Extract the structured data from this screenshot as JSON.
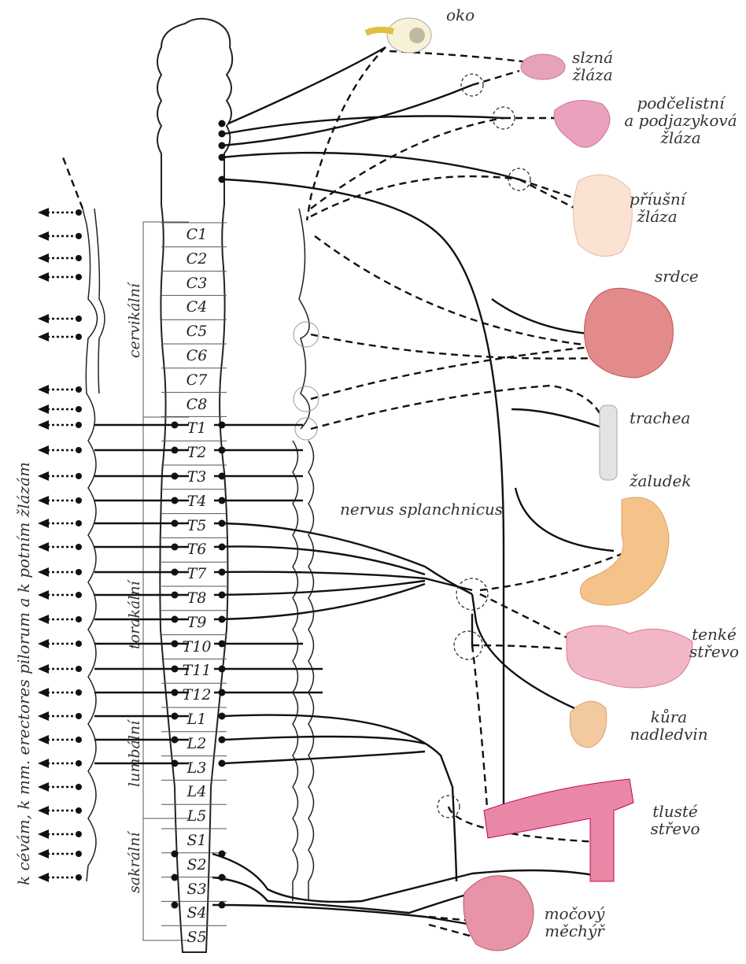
{
  "organs": {
    "eye": "oko",
    "lacrimal": [
      "slzná",
      "žláza"
    ],
    "submandibular": [
      "podčelistní",
      "a podjazyková",
      "žláza"
    ],
    "parotid": [
      "příušní",
      "žláza"
    ],
    "heart": "srdce",
    "trachea": "trachea",
    "stomach": "žaludek",
    "small_intestine": [
      "tenké",
      "střevo"
    ],
    "adrenal": [
      "kůra",
      "nadledvin"
    ],
    "large_intestine": [
      "tlusté",
      "střevo"
    ],
    "bladder": [
      "močový",
      "měchýř"
    ]
  },
  "nerve_label": "nervus splanchnicus",
  "regions": {
    "cervical": "cervikální",
    "thoracic": "torakální",
    "lumbar": "lumbální",
    "sacral": "sakrální"
  },
  "side_label": "k cévám, k mm. erectores pilorum a k potním žlázám",
  "segments": [
    "C1",
    "C2",
    "C3",
    "C4",
    "C5",
    "C6",
    "C7",
    "C8",
    "T1",
    "T2",
    "T3",
    "T4",
    "T5",
    "T6",
    "T7",
    "T8",
    "T9",
    "T10",
    "T11",
    "T12",
    "L1",
    "L2",
    "L3",
    "L4",
    "L5",
    "S1",
    "S2",
    "S3",
    "S4",
    "S5"
  ],
  "colors": {
    "line": "#1a1a1a",
    "organ_pink": "#e49ab0",
    "organ_orange": "#f2b889",
    "organ_red": "#d96a6a"
  }
}
